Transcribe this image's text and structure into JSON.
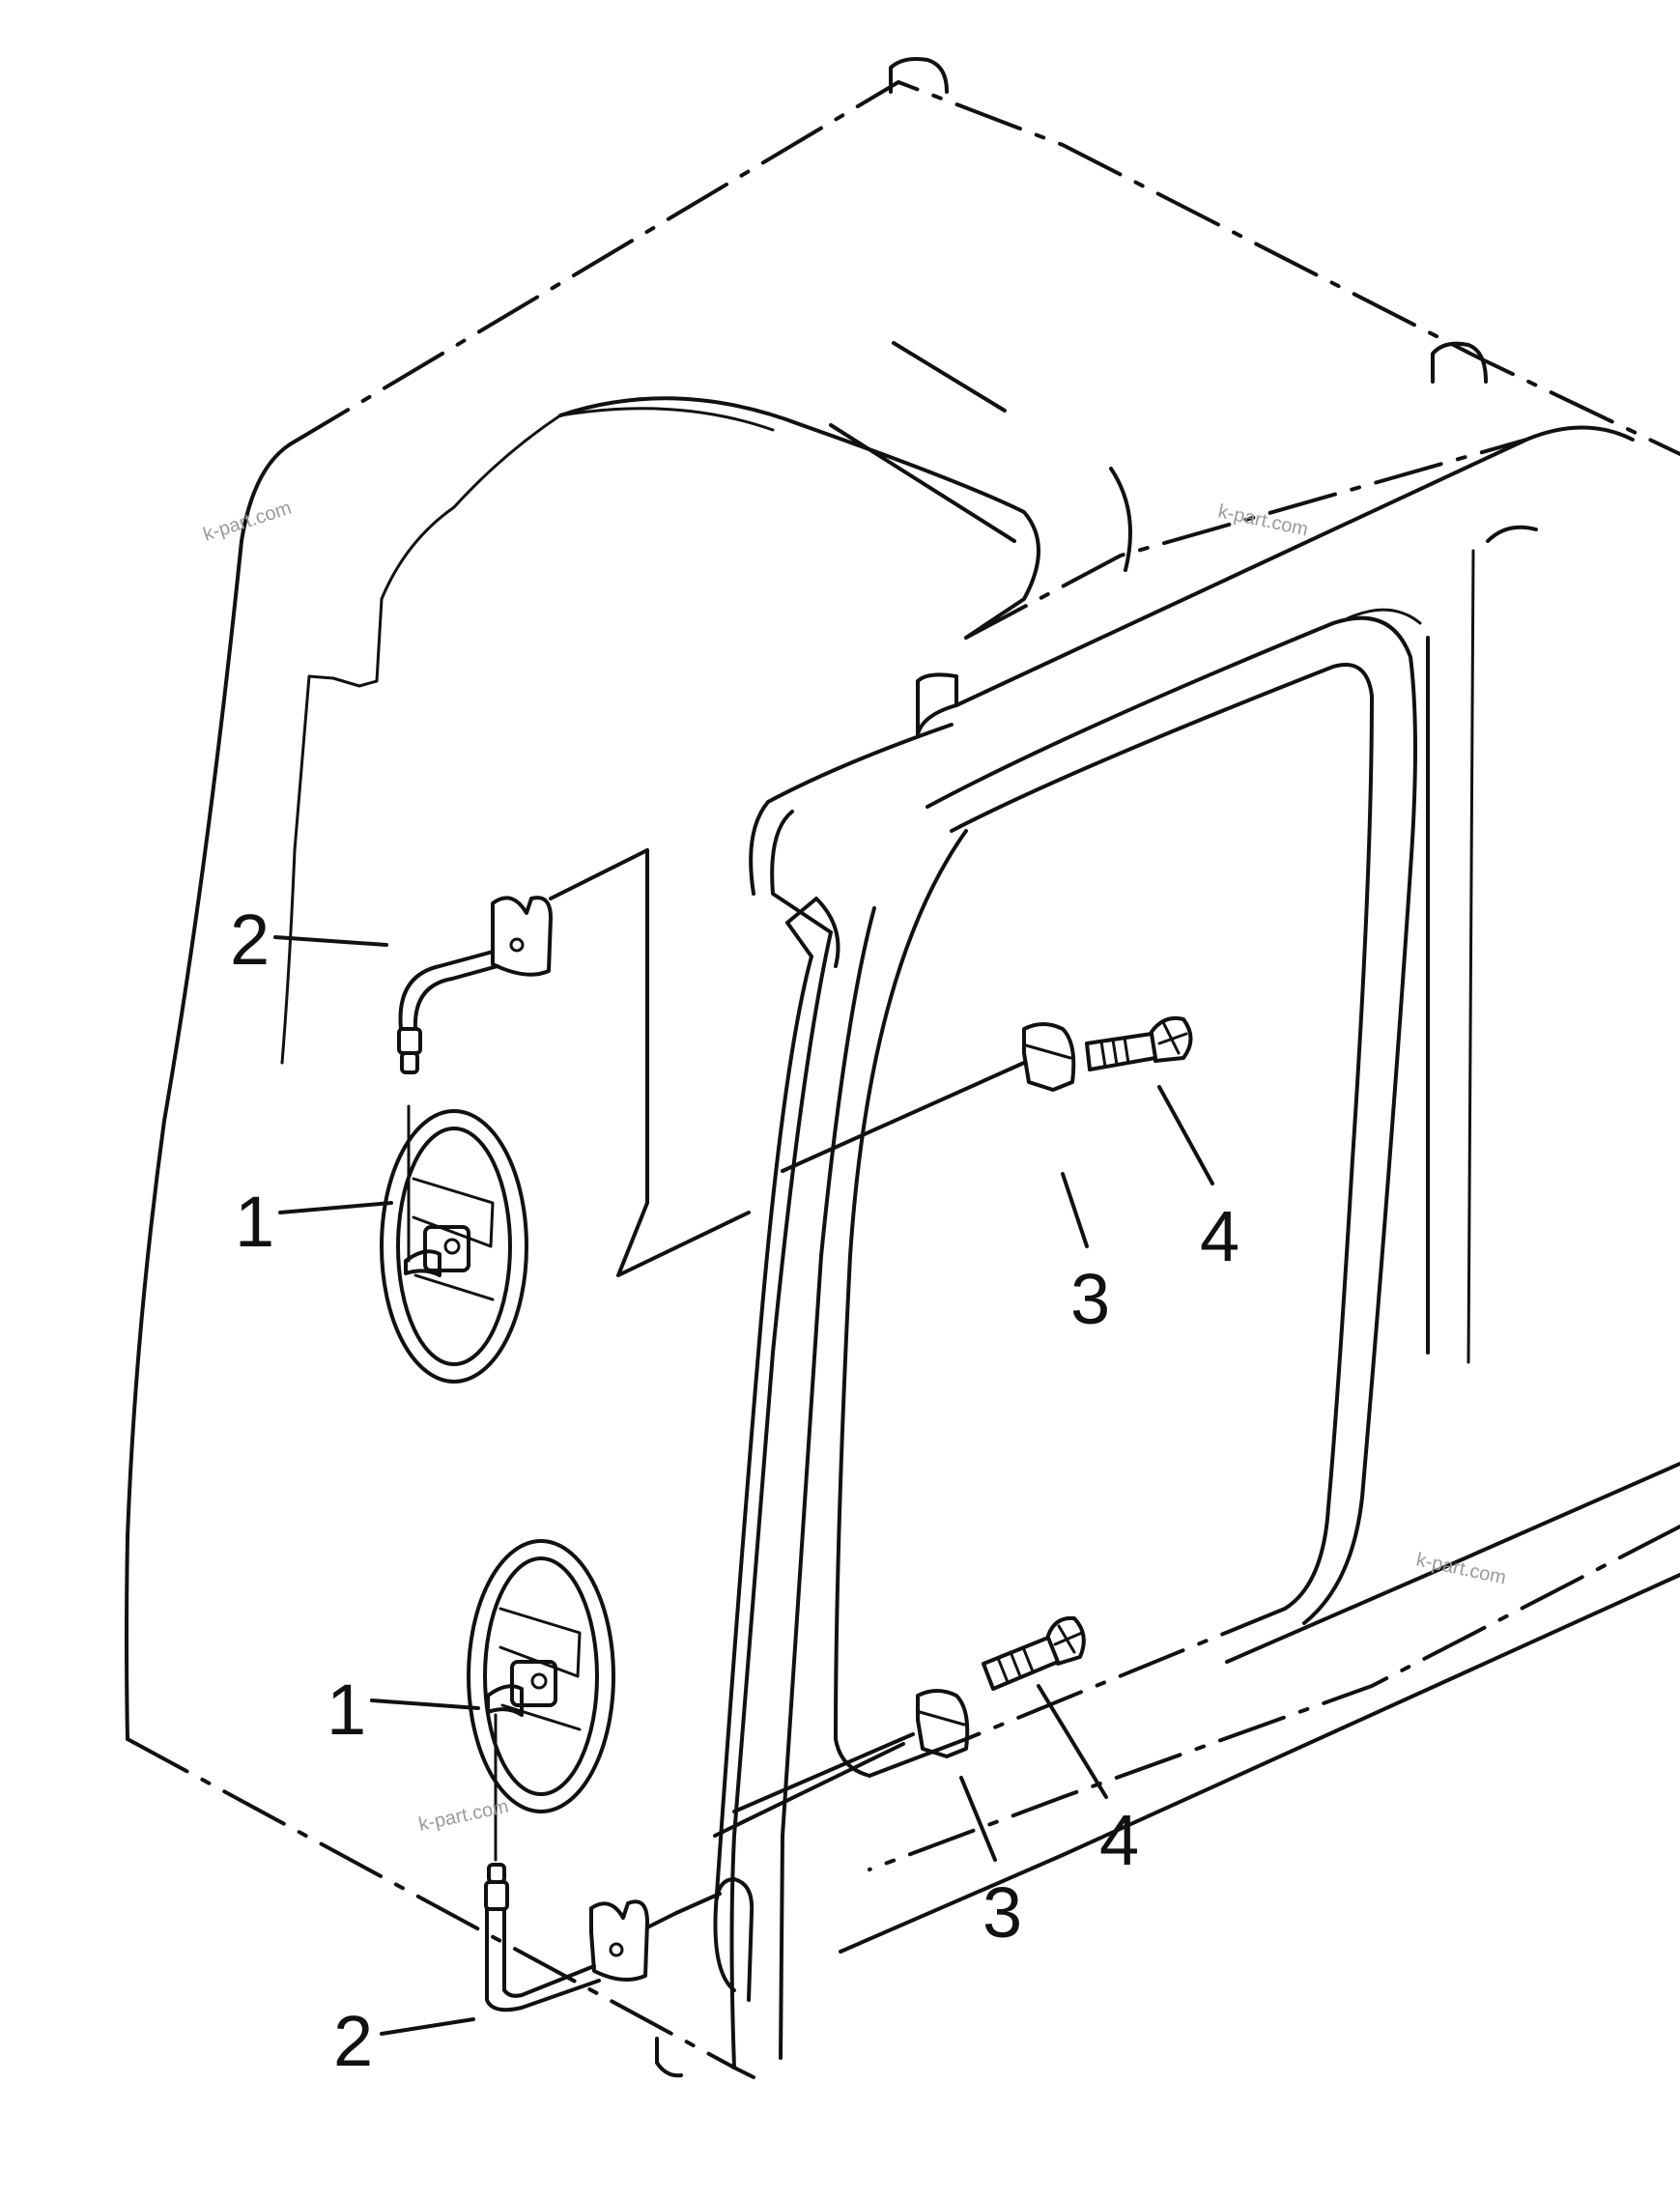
{
  "callouts": [
    {
      "id": "mirror-upper",
      "number": "1"
    },
    {
      "id": "stay-upper",
      "number": "2"
    },
    {
      "id": "clamp-upper",
      "number": "3"
    },
    {
      "id": "bolt-upper",
      "number": "4"
    },
    {
      "id": "mirror-lower",
      "number": "1"
    },
    {
      "id": "stay-lower",
      "number": "2"
    },
    {
      "id": "clamp-lower",
      "number": "3"
    },
    {
      "id": "bolt-lower",
      "number": "4"
    }
  ],
  "watermarks": [
    "k-part.com",
    "k-part.com",
    "k-part.com",
    "k-part.com"
  ],
  "colors": {
    "line": "#111111",
    "background": "#ffffff",
    "watermark": "#9a9a9a"
  }
}
